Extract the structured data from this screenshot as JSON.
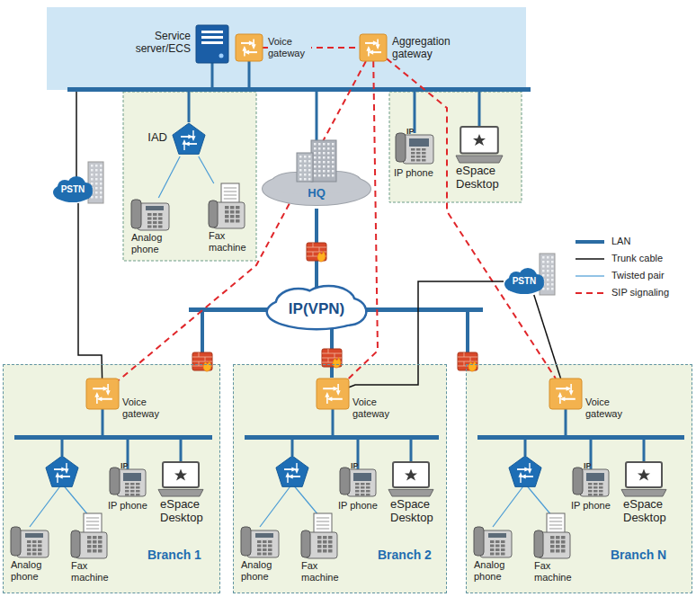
{
  "diagram": {
    "nodes": [
      {
        "text": [
          "Service server/ECS"
        ]
      },
      {
        "text": [
          "Voice gateway"
        ]
      },
      {
        "text": [
          "Aggregation gateway"
        ]
      },
      {
        "text": [
          "IAD"
        ]
      },
      {
        "text": [
          "Analog phone"
        ]
      },
      {
        "text": [
          "Fax machine"
        ]
      },
      {
        "text": [
          "HQ"
        ]
      },
      {
        "text": [
          "IP",
          "IP phone"
        ]
      },
      {
        "text": [
          "eSpace Desktop"
        ]
      },
      {
        "text": [
          "PSTN"
        ]
      },
      {
        "text": [
          "IP(VPN)"
        ]
      },
      {
        "text": [
          "PSTN"
        ]
      },
      {
        "text": [
          "Branch 1"
        ]
      },
      {
        "text": [
          "Voice gateway"
        ],
        "in": 12
      },
      {
        "text": [
          "IP",
          "IP phone"
        ],
        "in": 12
      },
      {
        "text": [
          "eSpace Desktop"
        ],
        "in": 12
      },
      {
        "text": [
          "Analog phone"
        ],
        "in": 12
      },
      {
        "text": [
          "Fax machine"
        ],
        "in": 12
      },
      {
        "text": [
          "Branch 2"
        ]
      },
      {
        "text": [
          "Voice gateway"
        ],
        "in": 18
      },
      {
        "text": [
          "IP",
          "IP phone"
        ],
        "in": 18
      },
      {
        "text": [
          "eSpace Desktop"
        ],
        "in": 18
      },
      {
        "text": [
          "Analog phone"
        ],
        "in": 18
      },
      {
        "text": [
          "Fax machine"
        ],
        "in": 18
      },
      {
        "text": [
          "Branch N"
        ]
      },
      {
        "text": [
          "Voice gateway"
        ],
        "in": 24
      },
      {
        "text": [
          "IP",
          "IP phone"
        ],
        "in": 24
      },
      {
        "text": [
          "eSpace Desktop"
        ],
        "in": 24
      },
      {
        "text": [
          "Analog phone"
        ],
        "in": 24
      },
      {
        "text": [
          "Fax machine"
        ],
        "in": 24
      }
    ],
    "edges": [
      {
        "from": 1,
        "to": 2,
        "arrow": "none"
      },
      {
        "from": 2,
        "to": 13,
        "arrow": "none"
      },
      {
        "from": 2,
        "to": 19,
        "arrow": "none"
      },
      {
        "from": 2,
        "to": 25,
        "arrow": "none"
      },
      {
        "from": 3,
        "to": 4,
        "arrow": "none"
      },
      {
        "from": 3,
        "to": 5,
        "arrow": "none"
      },
      {
        "from": 6,
        "to": 10,
        "arrow": "none"
      },
      {
        "from": 9,
        "to": 13,
        "arrow": "none"
      },
      {
        "from": 19,
        "to": 11,
        "arrow": "none"
      },
      {
        "from": 11,
        "to": 25,
        "arrow": "none"
      }
    ],
    "legend": [
      {
        "text": "LAN"
      },
      {
        "text": "Trunk cable"
      },
      {
        "text": "Twisted pair"
      },
      {
        "text": "SIP signaling"
      }
    ]
  }
}
